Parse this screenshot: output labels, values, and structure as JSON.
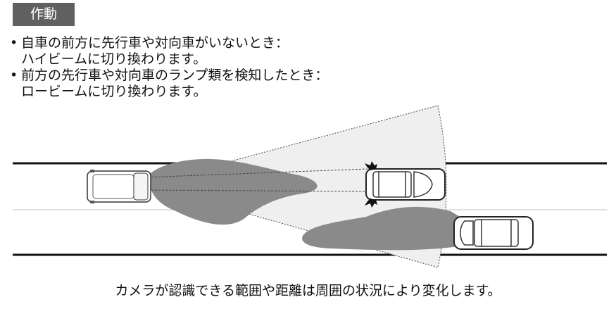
{
  "tag": "作動",
  "bullets": [
    {
      "condition": "自車の前方に先行車や対向車がいないとき：",
      "result": "ハイビームに切り換わります。"
    },
    {
      "condition": "前方の先行車や対向車のランプ類を検知したとき：",
      "result": "ロービームに切り換わります。"
    }
  ],
  "bullet_mark": "•",
  "caption": "カメラが認識できる範囲や距離は周囲の状況により変化します。",
  "colors": {
    "tag_bg": "#606060",
    "shadow": "#8a8a8a",
    "road_line": "#111111",
    "fov_fill": "#efefef"
  }
}
